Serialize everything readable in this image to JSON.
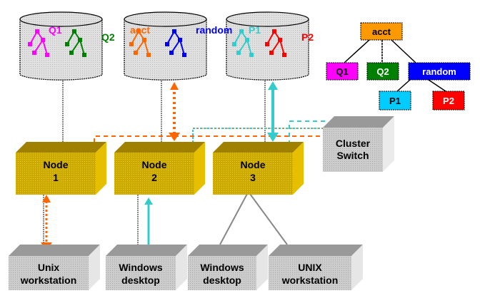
{
  "databases": [
    {
      "id": "db1",
      "trees": [
        {
          "label": "Q1",
          "color": "#ff00ff"
        },
        {
          "label": "Q2",
          "color": "#008000"
        }
      ]
    },
    {
      "id": "db2",
      "trees": [
        {
          "label": "acct",
          "color": "#ff6600"
        },
        {
          "label": "random",
          "color": "#0000ff"
        }
      ]
    },
    {
      "id": "db3",
      "trees": [
        {
          "label": "P1",
          "color": "#33cccc"
        },
        {
          "label": "P2",
          "color": "#ff0000"
        }
      ]
    }
  ],
  "hierarchy": {
    "root": {
      "label": "acct",
      "color": "#ff9900"
    },
    "children": [
      {
        "label": "Q1",
        "color": "#ff00ff"
      },
      {
        "label": "Q2",
        "color": "#008000"
      },
      {
        "label": "random",
        "color": "#0000ff"
      }
    ],
    "grandchildren": [
      {
        "label": "P1",
        "color": "#00ccff"
      },
      {
        "label": "P2",
        "color": "#ff0000"
      }
    ]
  },
  "nodes": [
    {
      "line1": "Node",
      "line2": "1"
    },
    {
      "line1": "Node",
      "line2": "2"
    },
    {
      "line1": "Node",
      "line2": "3"
    }
  ],
  "switch": {
    "line1": "Cluster",
    "line2": "Switch"
  },
  "clients": [
    {
      "line1": "Unix",
      "line2": "workstation"
    },
    {
      "line1": "Windows",
      "line2": "desktop"
    },
    {
      "line1": "Windows",
      "line2": "desktop"
    },
    {
      "line1": "UNIX",
      "line2": "workstation"
    }
  ],
  "colors": {
    "node_face": "#ccaa00",
    "node_top": "#a08000",
    "node_side": "#e6c000",
    "box_face": "#cccccc",
    "box_top": "#999999",
    "box_side": "#e6e6e6",
    "orange_link": "#ff6600",
    "cyan_link": "#33cccc",
    "gray_link": "#808080"
  }
}
